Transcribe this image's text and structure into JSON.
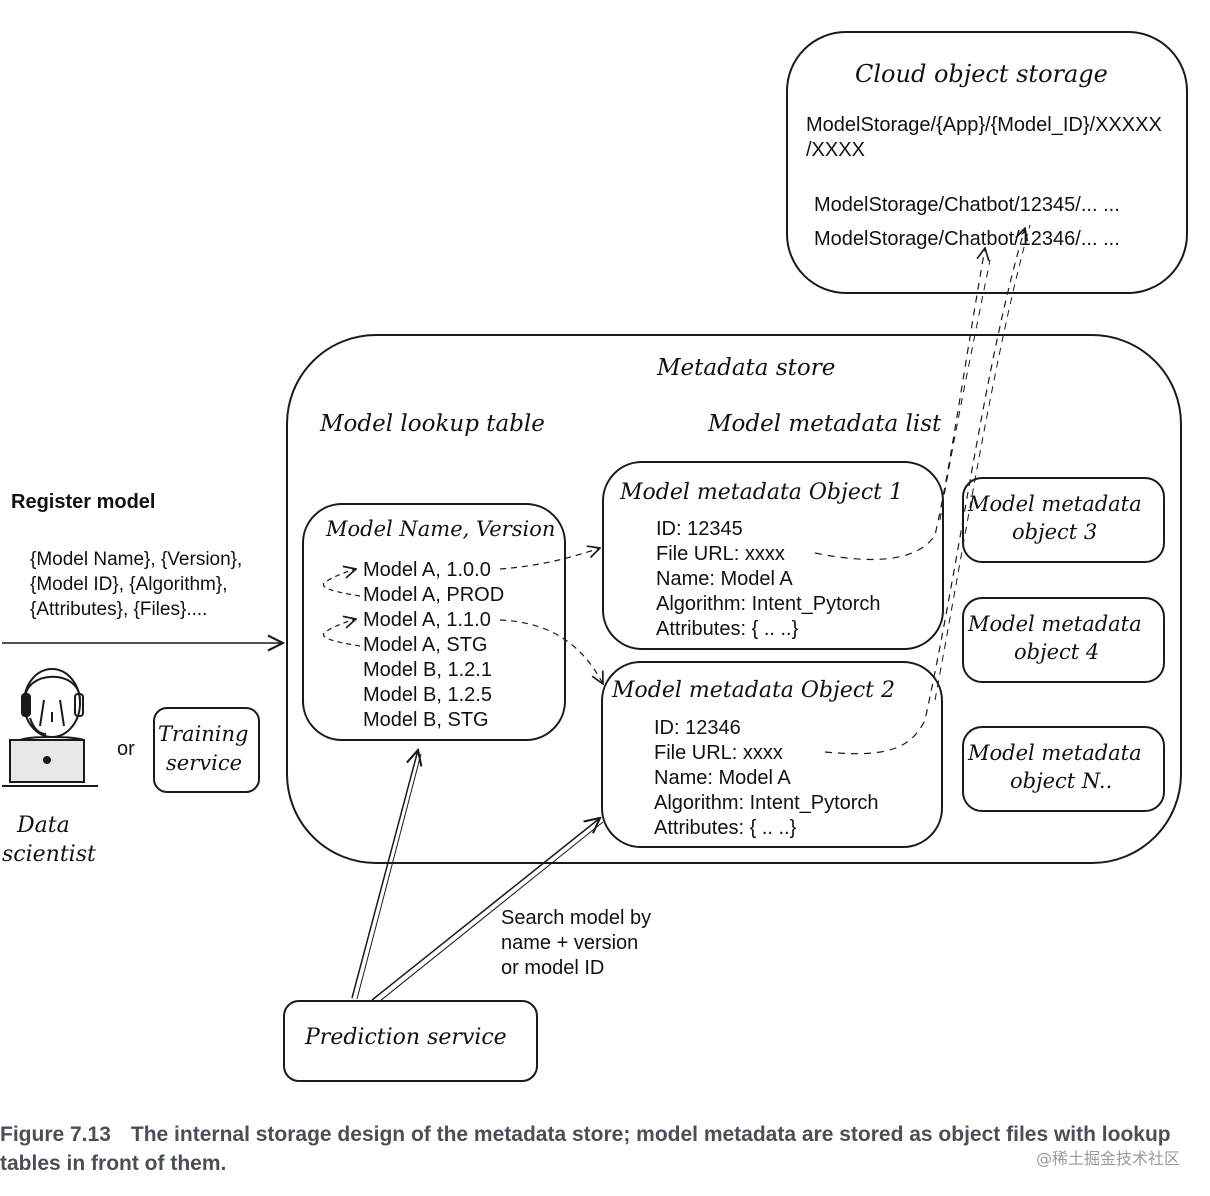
{
  "cloud_storage": {
    "title": "Cloud object storage",
    "path_template_line1": "ModelStorage/{App}/{Model_ID}/XXXXX",
    "path_template_line2": "/XXXX",
    "entries": [
      "ModelStorage/Chatbot/12345/... ...",
      "ModelStorage/Chatbot/12346/... ..."
    ]
  },
  "metadata_store": {
    "title": "Metadata store",
    "lookup_table_heading": "Model lookup table",
    "metadata_list_heading": "Model metadata list",
    "lookup_table": {
      "header": "Model Name, Version",
      "rows": [
        "Model A, 1.0.0",
        "Model A, PROD",
        "Model A, 1.1.0",
        "Model A, STG",
        "Model B, 1.2.1",
        "Model B, 1.2.5",
        "Model B, STG"
      ]
    },
    "metadata_objects": [
      {
        "title": "Model metadata Object 1",
        "fields": [
          "ID: 12345",
          "File URL: xxxx",
          "Name: Model A",
          "Algorithm: Intent_Pytorch",
          "Attributes: { .. ..}"
        ]
      },
      {
        "title": "Model metadata Object 2",
        "fields": [
          "ID: 12346",
          "File URL: xxxx",
          "Name: Model A",
          "Algorithm: Intent_Pytorch",
          "Attributes: { .. ..}"
        ]
      }
    ],
    "small_objects": [
      {
        "line1": "Model metadata",
        "line2": "object 3"
      },
      {
        "line1": "Model metadata",
        "line2": "object 4"
      },
      {
        "line1": "Model metadata",
        "line2": "object N.."
      }
    ]
  },
  "register": {
    "label": "Register model",
    "params": [
      "{Model Name}, {Version},",
      "{Model ID}, {Algorithm},",
      "{Attributes}, {Files}...."
    ]
  },
  "actors": {
    "data_scientist_line1": "Data",
    "data_scientist_line2": "scientist",
    "or": "or",
    "training_line1": "Training",
    "training_line2": "service"
  },
  "prediction": {
    "label": "Prediction service",
    "search_lines": [
      "Search model by",
      "name + version",
      "or model ID"
    ]
  },
  "caption": {
    "number": "Figure 7.13",
    "text": "The internal storage design of the metadata store; model metadata are stored as object files with lookup tables in front of them."
  },
  "watermark": "@稀土掘金技术社区"
}
